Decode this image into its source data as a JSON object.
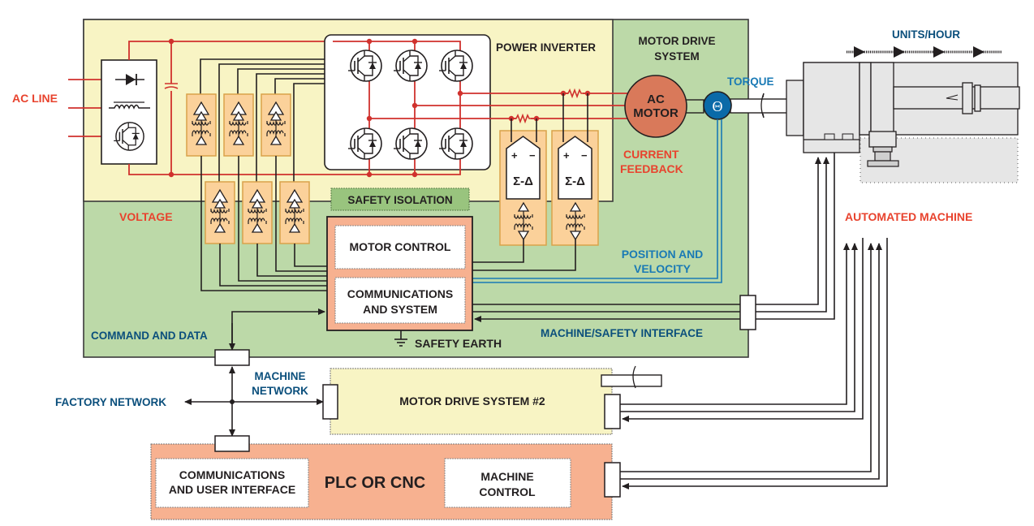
{
  "colors": {
    "yellow_region": "#f8f4c4",
    "green_region": "#bcd9a8",
    "salmon": "#f7b190",
    "orange_isolator": "#fbd19a",
    "motor": "#d9795a",
    "encoder": "#0a6aa8",
    "red_text": "#e8432e",
    "blue_text": "#0b4f7c",
    "cyan_text": "#1a7ab5"
  },
  "labels": {
    "ac_line": "AC LINE",
    "power_inverter": "POWER INVERTER",
    "motor_drive_system_1": "MOTOR DRIVE",
    "motor_drive_system_2": "SYSTEM",
    "ac_motor_1": "AC",
    "ac_motor_2": "MOTOR",
    "encoder_symbol": "Θ",
    "torque": "TORQUE",
    "units_hour": "UNITS/HOUR",
    "current_feedback_1": "CURRENT",
    "current_feedback_2": "FEEDBACK",
    "voltage": "VOLTAGE",
    "safety_isolation": "SAFETY ISOLATION",
    "motor_control": "MOTOR CONTROL",
    "comms_system_1": "COMMUNICATIONS",
    "comms_system_2": "AND SYSTEM",
    "safety_earth": "SAFETY EARTH",
    "command_and_data": "COMMAND AND DATA",
    "position_velocity_1": "POSITION AND",
    "position_velocity_2": "VELOCITY",
    "machine_safety_interface": "MACHINE/SAFETY INTERFACE",
    "automated_machine": "AUTOMATED MACHINE",
    "machine_network_1": "MACHINE",
    "machine_network_2": "NETWORK",
    "factory_network": "FACTORY NETWORK",
    "motor_drive_system_2_box": "MOTOR DRIVE SYSTEM #2",
    "plc_or_cnc": "PLC OR CNC",
    "comms_ui_1": "COMMUNICATIONS",
    "comms_ui_2": "AND USER INTERFACE",
    "machine_control_1": "MACHINE",
    "machine_control_2": "CONTROL",
    "sigma_delta": "Σ-Δ",
    "plus": "+",
    "minus": "−"
  }
}
